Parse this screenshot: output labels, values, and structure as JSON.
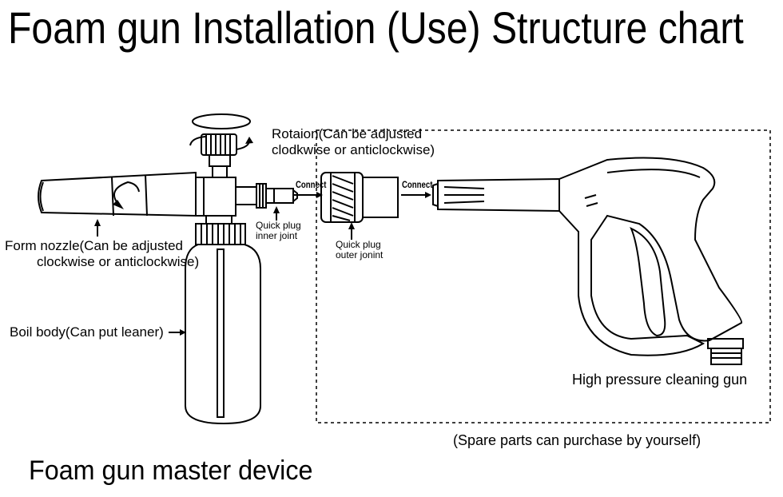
{
  "title": "Foam gun Installation (Use) Structure chart",
  "labels": {
    "rotation_line1": "Rotaion(Can be adjusted",
    "rotation_line2": "clodkwise or anticlockwise)",
    "connect_left": "Connect",
    "connect_right": "Connect",
    "form_nozzle_line1": "Form nozzle(Can be adjusted",
    "form_nozzle_line2": "clockwise or anticlockwise)",
    "quick_plug_inner_line1": "Quick plug",
    "quick_plug_inner_line2": "inner joint",
    "quick_plug_outer_line1": "Quick plug",
    "quick_plug_outer_line2": "outer jonint",
    "boil_body": "Boil body(Can put leaner)",
    "high_pressure_gun": "High pressure cleaning gun",
    "spare_parts": "(Spare parts can purchase by yourself)",
    "master_device": "Foam gun master device"
  },
  "icons": {
    "rotation_arrow": "rotation-arrow-icon",
    "nozzle_rotation": "curved-arrow-icon",
    "pointer": "arrow-icon"
  },
  "colors": {
    "ink": "#000000",
    "background": "#ffffff"
  }
}
